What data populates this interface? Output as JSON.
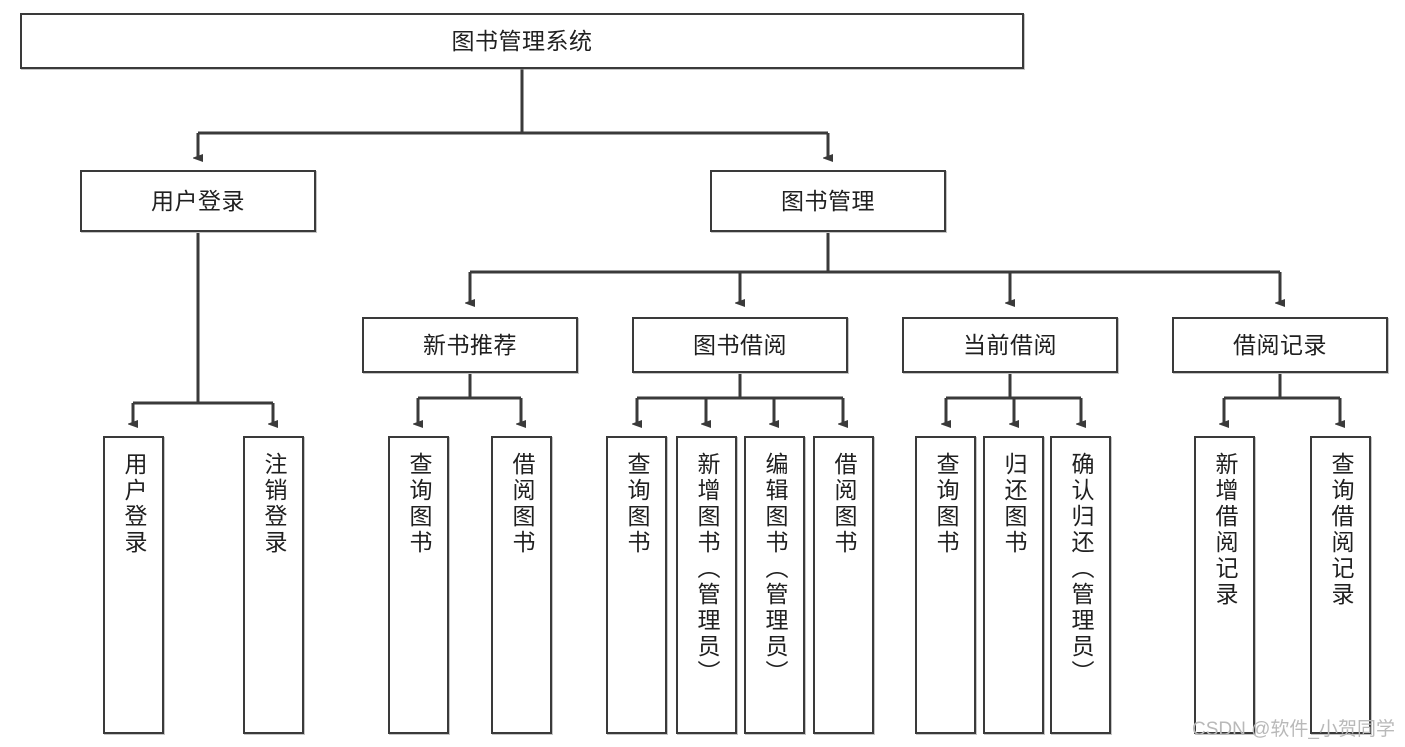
{
  "diagram": {
    "type": "tree-hierarchy",
    "title": "图书管理系统",
    "watermark": "CSDN @软件_小贺同学",
    "colors": {
      "stroke": "#3a3a3a",
      "fill": "#ffffff",
      "text": "#202020",
      "watermark": "#b9b9b9"
    },
    "levels": {
      "root": {
        "label": "图书管理系统"
      },
      "level2": [
        {
          "label": "用户登录"
        },
        {
          "label": "图书管理"
        }
      ],
      "level3": [
        {
          "label": "新书推荐"
        },
        {
          "label": "图书借阅"
        },
        {
          "label": "当前借阅"
        },
        {
          "label": "借阅记录"
        }
      ],
      "leaves": {
        "user_login": [
          {
            "label": "用户登录"
          },
          {
            "label": "注销登录"
          }
        ],
        "new_book_recommend": [
          {
            "label": "查询图书"
          },
          {
            "label": "借阅图书"
          }
        ],
        "book_borrow": [
          {
            "label": "查询图书"
          },
          {
            "label": "新增图书（管理员）"
          },
          {
            "label": "编辑图书（管理员）"
          },
          {
            "label": "借阅图书"
          }
        ],
        "current_borrow": [
          {
            "label": "查询图书"
          },
          {
            "label": "归还图书"
          },
          {
            "label": "确认归还（管理员）"
          }
        ],
        "borrow_record": [
          {
            "label": "新增借阅记录"
          },
          {
            "label": "查询借阅记录"
          }
        ]
      }
    }
  }
}
